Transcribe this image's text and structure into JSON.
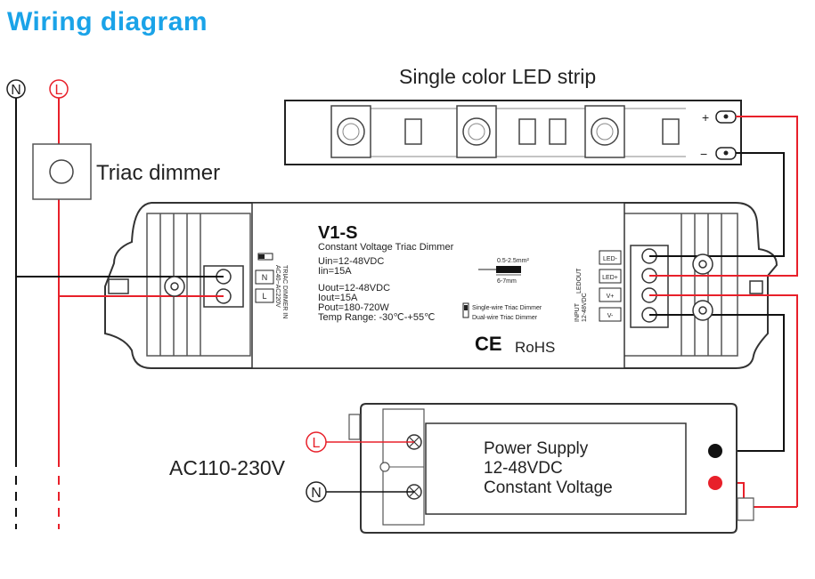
{
  "page": {
    "title": "Wiring diagram"
  },
  "led_strip": {
    "label": "Single color LED strip",
    "plus_label": "+",
    "minus_label": "−"
  },
  "triac_dimmer": {
    "label": "Triac dimmer"
  },
  "mains_terminals": {
    "n_label": "N",
    "l_label": "L"
  },
  "controller": {
    "model": "V1-S",
    "subtitle": "Constant Voltage Triac Dimmer",
    "input_spec": [
      "Uin=12-48VDC",
      "Iin=15A"
    ],
    "output_spec": [
      "Uout=12-48VDC",
      "Iout=15A",
      "Pout=180-720W",
      "Temp Range: -30℃-+55℃"
    ],
    "wire_gauge": "0.5-2.5mm²",
    "strip_length": "6-7mm",
    "mode_single": "Single-wire Triac Dimmer",
    "mode_dual": "Dual-wire Triac Dimmer",
    "certifications": [
      "CE",
      "RoHS"
    ],
    "ac_side": {
      "vertical_label_1": "TRIAC DIMMER IN",
      "vertical_label_2": "AC40~AC220V",
      "terminal_n": "N",
      "terminal_l": "L"
    },
    "dc_side": {
      "ledout_label": "LEDOUT",
      "input_label_1": "INPUT",
      "input_label_2": "12-48VDC",
      "terminals": [
        "LED-",
        "LED+",
        "V+",
        "V-"
      ]
    }
  },
  "power_supply": {
    "lines": [
      "Power Supply",
      "12-48VDC",
      "Constant Voltage"
    ],
    "l_label": "L",
    "n_label": "N",
    "ac_label": "AC110-230V"
  },
  "colors": {
    "title_blue": "#1aa3e8",
    "live_red": "#e8202a",
    "neutral_black": "#111111",
    "outline": "#333333"
  }
}
